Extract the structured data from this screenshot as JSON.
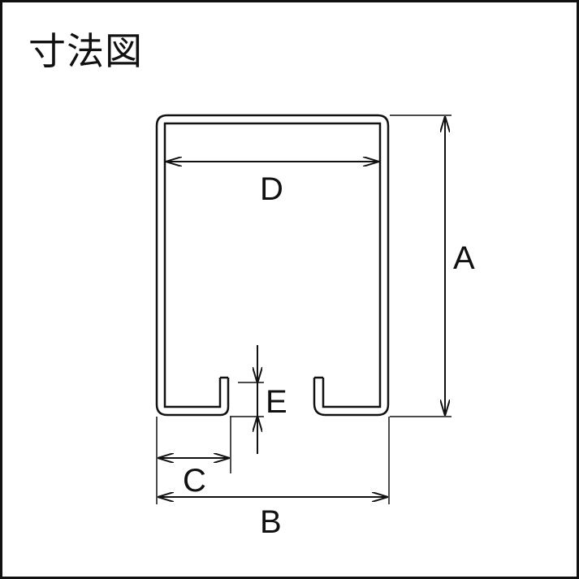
{
  "title": "寸法図",
  "dimensions": {
    "A": "A",
    "B": "B",
    "C": "C",
    "D": "D",
    "E": "E"
  },
  "colors": {
    "line": "#111111",
    "background": "#ffffff"
  }
}
